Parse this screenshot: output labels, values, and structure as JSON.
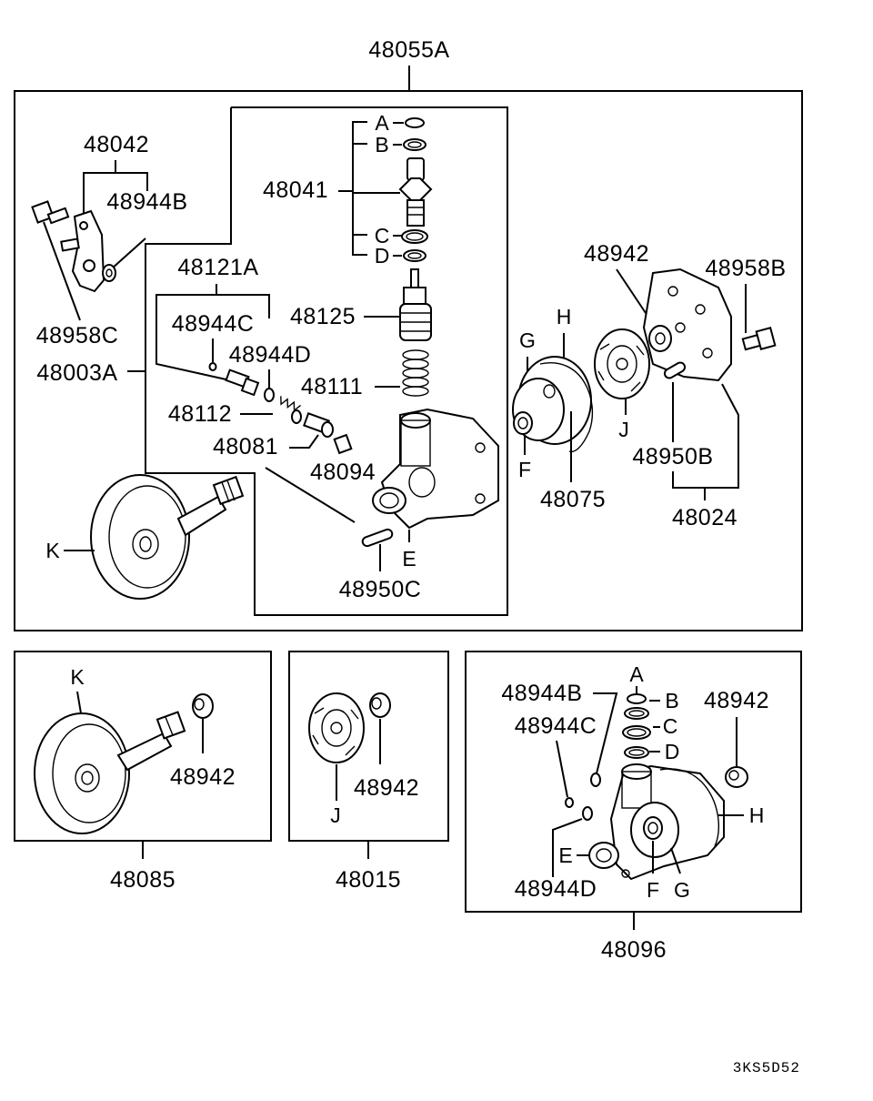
{
  "diagram": {
    "labels": {
      "assy_top": "48055A",
      "bracket": "48042",
      "bracket_washer": "48944B",
      "bracket_bolt": "48958C",
      "hose_set": "48003A",
      "valve_set": "48121A",
      "valve_oring_c": "48944C",
      "valve_oring_d": "48944D",
      "spring_small": "48112",
      "plug": "48081",
      "pin_small": "48094",
      "connector": "48041",
      "conn_a": "A",
      "conn_b": "B",
      "conn_c": "C",
      "conn_d": "D",
      "flow_valve": "48125",
      "spring": "48111",
      "body_E": "E",
      "pin_c": "48950C",
      "pulley_K": "K",
      "plate_G": "G",
      "gasket_H": "H",
      "seal_F": "F",
      "plate_assy": "48075",
      "nut_top": "48942",
      "bolt_b": "48958B",
      "rotor_J": "J",
      "pin_b": "48950B",
      "cover_assy": "48024",
      "p1_K": "K",
      "p1_nut": "48942",
      "p1_code": "48085",
      "p2_J": "J",
      "p2_nut": "48942",
      "p2_code": "48015",
      "p3_b": "48944B",
      "p3_c": "48944C",
      "p3_d": "48944D",
      "p3_A": "A",
      "p3_B": "B",
      "p3_C": "C",
      "p3_D": "D",
      "p3_nut": "48942",
      "p3_H": "H",
      "p3_E": "E",
      "p3_F": "F",
      "p3_G": "G",
      "p3_code": "48096"
    },
    "figure_code": "3KS5D52"
  }
}
